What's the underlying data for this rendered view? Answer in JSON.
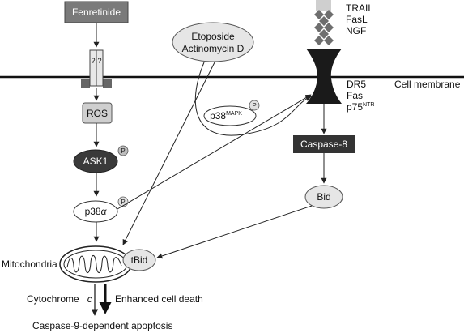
{
  "nodes": {
    "fenretinide": "Fenretinide",
    "receptor_q1": "?",
    "receptor_q2": "?",
    "ros": "ROS",
    "ask1": "ASK1",
    "p38a_main": "p38",
    "p38a_sub": "α",
    "etoposide": "Etoposide",
    "actinomycin": "Actinomycin D",
    "p38mapk_main": "p38",
    "p38mapk_sup": "MAPK",
    "trail": "TRAIL",
    "fasl": "FasL",
    "ngf": "NGF",
    "dr5": "DR5",
    "fas": "Fas",
    "p75_main": "p75",
    "p75_sup": "NTR",
    "cell_membrane": "Cell membrane",
    "caspase8": "Caspase-8",
    "bid": "Bid",
    "tbid": "tBid",
    "mitochondria": "Mitochondria",
    "cytochrome": "Cytochrome",
    "cytochrome_c": "c",
    "enhanced": "Enhanced cell death",
    "caspase9": "Caspase-9-dependent apoptosis"
  },
  "phospho_label": "P",
  "colors": {
    "fenretinide_fill": "#7a7a7a",
    "ros_fill": "#cfcfcf",
    "ask1_fill": "#3a3a3a",
    "light_fill": "#e6e6e6",
    "caspase8_fill": "#333333",
    "receptor_fill": "#1a1a1a",
    "membrane": "#111111",
    "arrow": "#222222"
  }
}
